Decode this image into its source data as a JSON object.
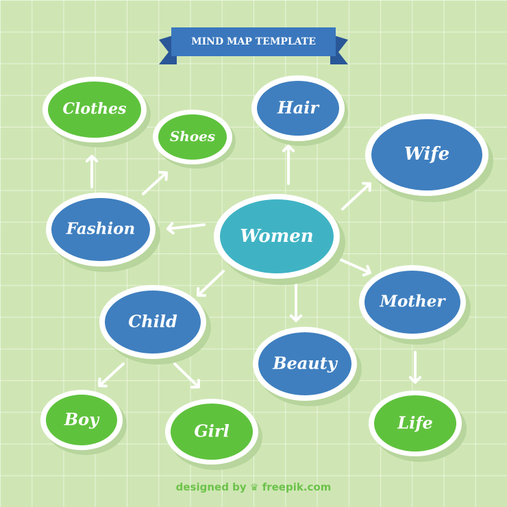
{
  "banner": {
    "title": "MIND MAP TEMPLATE"
  },
  "nodes": {
    "women": {
      "label": "Women"
    },
    "clothes": {
      "label": "Clothes"
    },
    "shoes": {
      "label": "Shoes"
    },
    "hair": {
      "label": "Hair"
    },
    "wife": {
      "label": "Wife"
    },
    "fashion": {
      "label": "Fashion"
    },
    "child": {
      "label": "Child"
    },
    "mother": {
      "label": "Mother"
    },
    "beauty": {
      "label": "Beauty"
    },
    "boy": {
      "label": "Boy"
    },
    "girl": {
      "label": "Girl"
    },
    "life": {
      "label": "Life"
    }
  },
  "edges": [
    {
      "from": "women",
      "to": "fashion"
    },
    {
      "from": "women",
      "to": "hair"
    },
    {
      "from": "women",
      "to": "wife"
    },
    {
      "from": "women",
      "to": "mother"
    },
    {
      "from": "women",
      "to": "beauty"
    },
    {
      "from": "women",
      "to": "child"
    },
    {
      "from": "fashion",
      "to": "clothes"
    },
    {
      "from": "fashion",
      "to": "shoes"
    },
    {
      "from": "child",
      "to": "boy"
    },
    {
      "from": "child",
      "to": "girl"
    },
    {
      "from": "mother",
      "to": "life"
    }
  ],
  "colors": {
    "background": "#cfe6b4",
    "grid": "#ffffff",
    "center_node": "#3fb3c4",
    "blue_node": "#3f7fbf",
    "green_node": "#5fc23d",
    "node_border": "#ffffff",
    "banner": "#3a77bd",
    "banner_fold": "#2a5797",
    "arrow": "#ffffff",
    "credit": "#6cc24a"
  },
  "credit": {
    "prefix": "designed by",
    "icon": "crown-icon",
    "brand": "freepik.com"
  }
}
